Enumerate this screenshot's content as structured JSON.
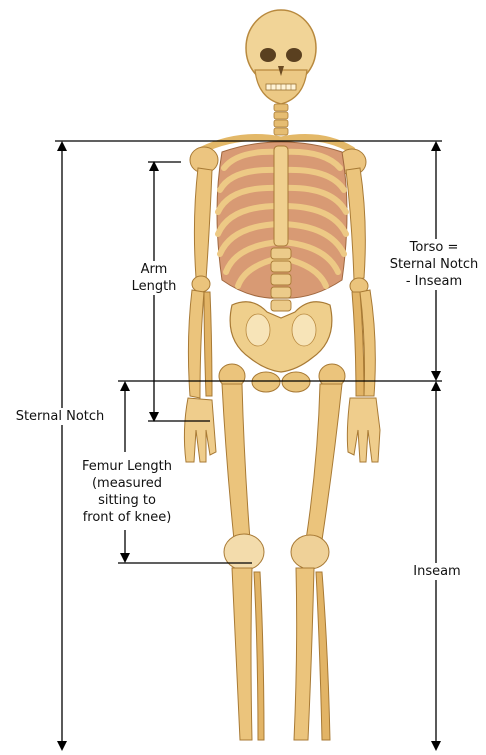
{
  "labels": {
    "sternal_notch": "Sternal Notch",
    "arm_length": "Arm\nLength",
    "torso": "Torso =\nSternal Notch\n- Inseam",
    "femur_length": "Femur Length\n(measured\nsitting to\nfront of knee)",
    "inseam": "Inseam"
  },
  "colors": {
    "bone": "#e9c37a",
    "bone_shadow": "#c8963e",
    "bone_light": "#f5dfa8",
    "rib_muscle": "#c9826a",
    "line": "#000000"
  }
}
